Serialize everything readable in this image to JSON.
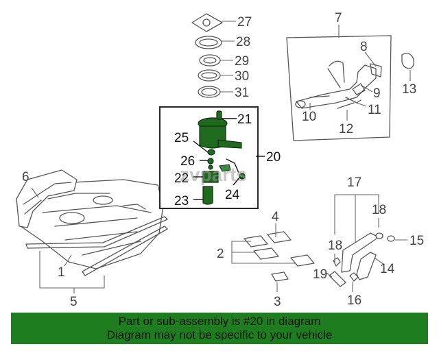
{
  "callouts": {
    "c1": "1",
    "c2": "2",
    "c3": "3",
    "c4": "4",
    "c5": "5",
    "c6": "6",
    "c7": "7",
    "c8": "8",
    "c9": "9",
    "c10": "10",
    "c11": "11",
    "c12": "12",
    "c13": "13",
    "c14": "14",
    "c15": "15",
    "c16": "16",
    "c17": "17",
    "c18a": "18",
    "c18b": "18",
    "c19": "19",
    "c20": "20",
    "c21": "21",
    "c22": "22",
    "c23": "23",
    "c24": "24",
    "c25": "25",
    "c26": "26",
    "c27": "27",
    "c28": "28",
    "c29": "29",
    "c30": "30",
    "c31": "31"
  },
  "watermark": "zvparts",
  "banner": {
    "line1": "Part or sub-assembly is #20 in diagram",
    "line2": "Diagram may not be specific to your vehicle"
  },
  "colors": {
    "highlight": "#1e7d1e",
    "pump_assembly": "#1f6a1f",
    "line_art": "#555555"
  }
}
